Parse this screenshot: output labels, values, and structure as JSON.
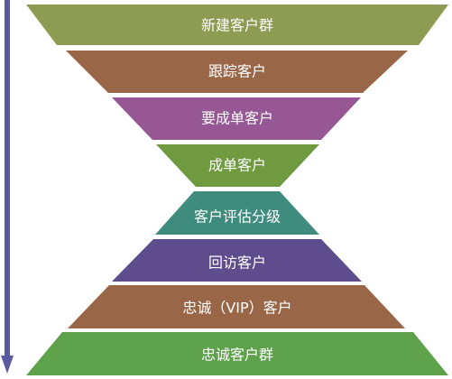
{
  "funnel": {
    "stages": [
      {
        "label": "新建客户群",
        "color": "#8e9b52"
      },
      {
        "label": "跟踪客户",
        "color": "#9a6648"
      },
      {
        "label": "要成单客户",
        "color": "#975794"
      },
      {
        "label": "成单客户",
        "color": "#6f9a40"
      },
      {
        "label": "客户评估分级",
        "color": "#3f8c7f"
      },
      {
        "label": "回访客户",
        "color": "#5e4d8c"
      },
      {
        "label": "忠诚（VIP）客户",
        "color": "#9a6648"
      },
      {
        "label": "忠诚客户群",
        "color": "#5fa24c"
      }
    ]
  },
  "flow_arrow": {
    "color": "#5a5aa0"
  }
}
